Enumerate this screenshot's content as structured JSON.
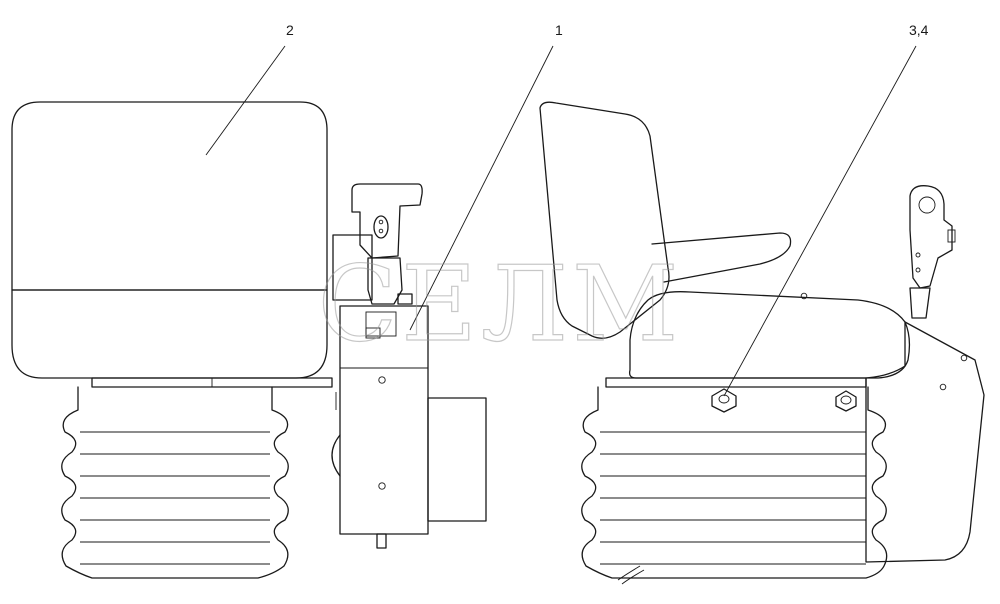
{
  "callouts": [
    {
      "id": "2",
      "label": "2"
    },
    {
      "id": "1",
      "label": "1"
    },
    {
      "id": "3-4",
      "label": "3,4"
    }
  ],
  "watermark": {
    "text": "СЕЛМ"
  }
}
